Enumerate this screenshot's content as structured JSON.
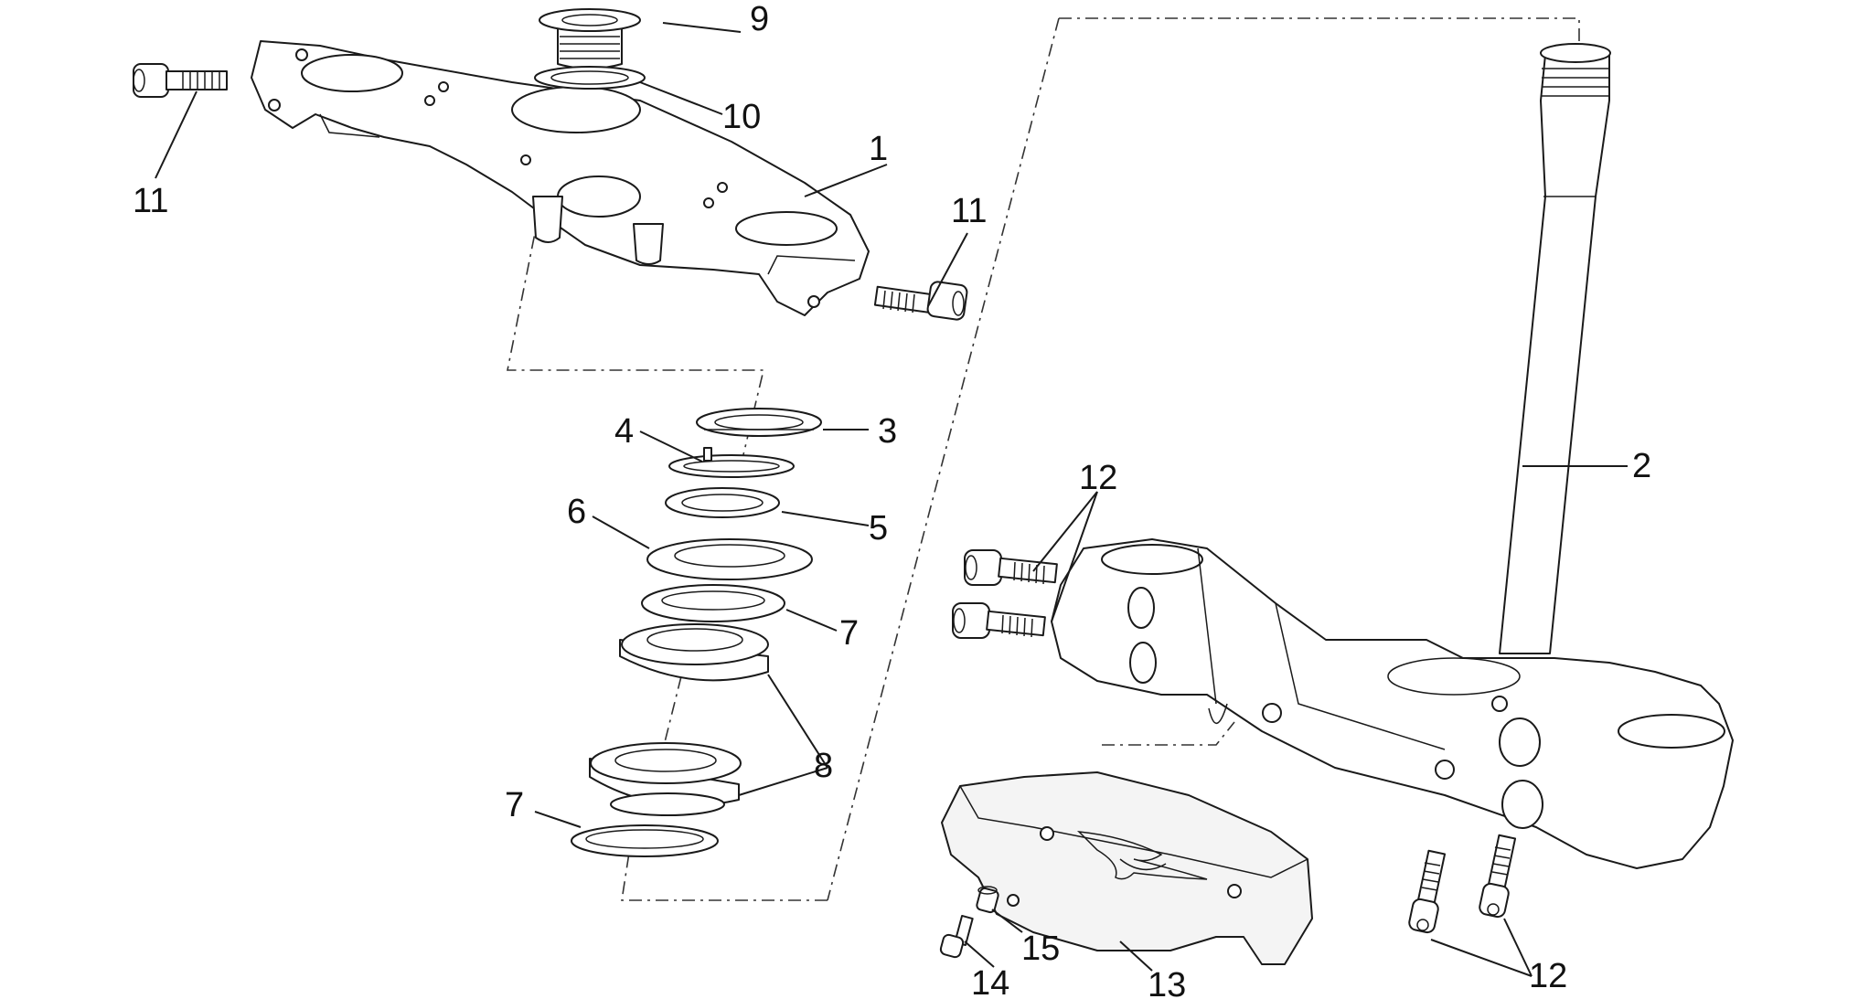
{
  "callouts": {
    "c1": "1",
    "c2": "2",
    "c3": "3",
    "c4": "4",
    "c5": "5",
    "c6": "6",
    "c7a": "7",
    "c7b": "7",
    "c8": "8",
    "c9": "9",
    "c10": "10",
    "c11a": "11",
    "c11b": "11",
    "c12a": "12",
    "c12b": "12",
    "c13": "13",
    "c14": "14",
    "c15": "15"
  }
}
